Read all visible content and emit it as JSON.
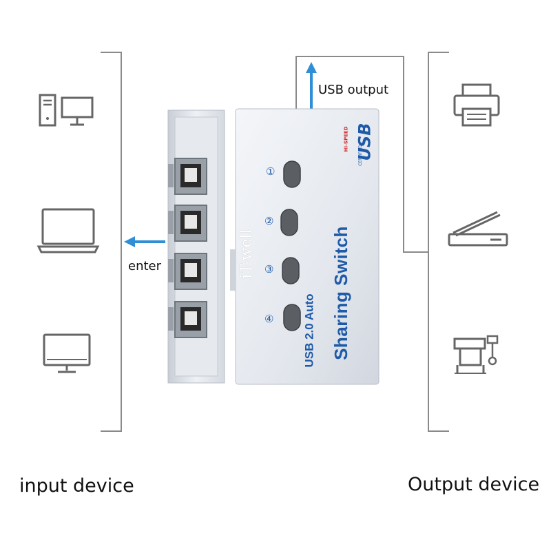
{
  "labels": {
    "input_device": "input device",
    "output_device": "Output device",
    "enter": "enter",
    "usb_output": "USB output"
  },
  "device": {
    "brand": "iT-well",
    "line1": "USB 2.0  Auto",
    "line2": "Sharing Switch",
    "port_numbers": [
      "①",
      "②",
      "③",
      "④"
    ],
    "logo_text": "USB",
    "logo_sub1": "HI-SPEED",
    "logo_sub2": "CERTIFIED"
  },
  "input_icons": [
    "desktop-computer-icon",
    "laptop-icon",
    "monitor-icon"
  ],
  "output_icons": [
    "printer-icon",
    "scanner-icon",
    "plotter-icon"
  ],
  "colors": {
    "arrow_blue": "#2f8fd6",
    "bracket_gray": "#8a8a8a",
    "text_blue": "#1e5aa8",
    "icon_gray": "#666666"
  }
}
